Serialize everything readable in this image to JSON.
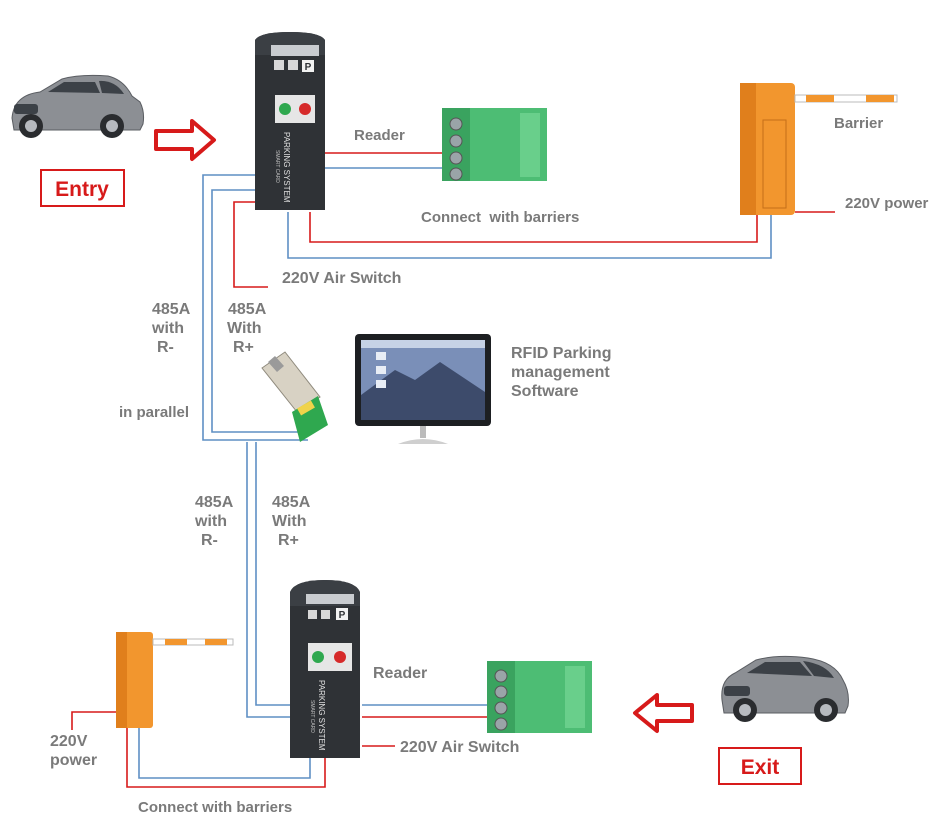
{
  "labels": {
    "entry": "Entry",
    "exit": "Exit",
    "reader_top": "Reader",
    "barrier_top": "Barrier",
    "connect_barriers_top": "Connect  with barriers",
    "power_top": "220V power",
    "air_switch_top": "220V Air Switch",
    "left_485a_line1": "485A",
    "left_485a_line2": "with",
    "left_485a_line3": "R-",
    "right_485a_line1": "485A",
    "right_485a_line2": "With",
    "right_485a_line3": "R+",
    "in_parallel": "in parallel",
    "software_line1": "RFID Parking",
    "software_line2": "management",
    "software_line3": "Software",
    "low_485a_left_line1": "485A",
    "low_485a_left_line2": "with",
    "low_485a_left_line3": "R-",
    "low_485a_right_line1": "485A",
    "low_485a_right_line2": "With",
    "low_485a_right_line3": "R+",
    "reader_bottom": "Reader",
    "air_switch_bottom": "220V Air Switch",
    "power_bottom_line1": "220V",
    "power_bottom_line2": "power",
    "connect_barriers_bottom": "Connect with barriers"
  },
  "device_text": {
    "panel_brand": "PARKING SYSTEM",
    "panel_sub": "SMART CARD",
    "panel_p": "P"
  },
  "colors": {
    "accent_red": "#d71a1a",
    "wire_blue": "#5f8fc4",
    "label_gray": "#7a7a7a",
    "barrier_orange": "#f2962e",
    "terminal_green": "#4dbd74",
    "panel_dark": "#2f3236"
  }
}
